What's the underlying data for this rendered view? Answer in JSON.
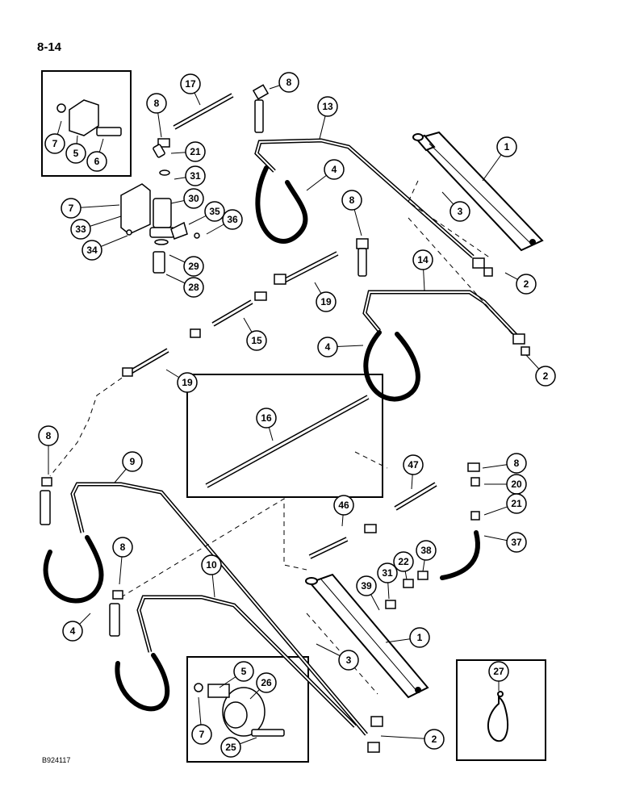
{
  "page_number": "8-14",
  "drawing_code": "B924117",
  "callouts": [
    "1",
    "2",
    "3",
    "4",
    "5",
    "6",
    "7",
    "8",
    "9",
    "10",
    "13",
    "14",
    "15",
    "16",
    "17",
    "19",
    "20",
    "21",
    "22",
    "25",
    "26",
    "27",
    "28",
    "29",
    "30",
    "31",
    "33",
    "34",
    "35",
    "36",
    "37",
    "38",
    "39",
    "46",
    "47"
  ]
}
